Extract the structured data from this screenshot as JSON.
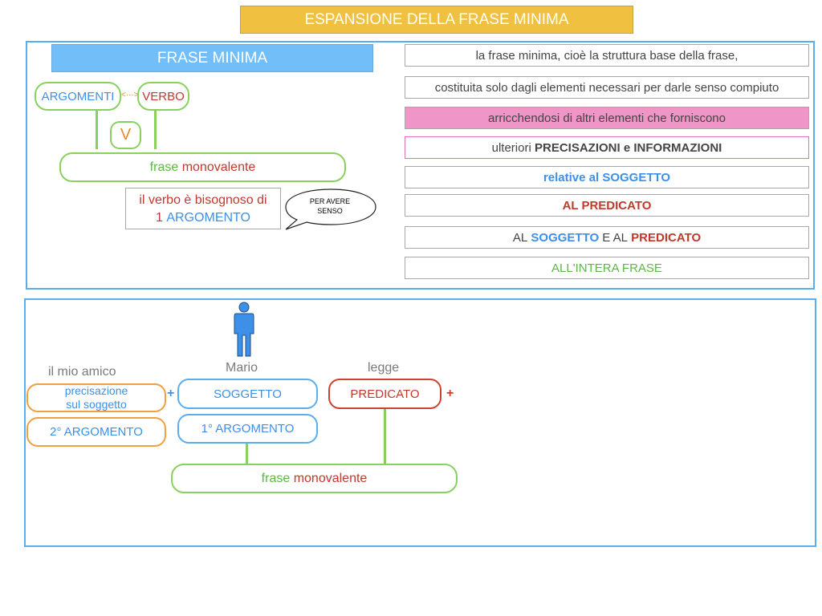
{
  "title": "ESPANSIONE DELLA FRASE MINIMA",
  "top": {
    "header": "FRASE MINIMA",
    "argomenti": "ARGOMENTI",
    "arrow": "<···>",
    "verbo": "VERBO",
    "v": "V",
    "frase_a": "frase",
    "frase_b": "monovalente",
    "note_line1": "il verbo è bisognoso di",
    "note_line2a": "1",
    "note_line2b": "ARGOMENTO",
    "bubble_line1": "PER AVERE",
    "bubble_line2": "SENSO"
  },
  "right": {
    "r1": "la frase minima, cioè la struttura base della frase,",
    "r2": "costituita solo dagli elementi necessari per darle senso compiuto",
    "r3": "arricchendosi di altri elementi che forniscono",
    "r4a": "ulteriori",
    "r4b": "PRECISAZIONI",
    "r4c": "e",
    "r4d": "INFORMAZIONI",
    "r5a": "relative al",
    "r5b": "SOGGETTO",
    "r6": "AL PREDICATO",
    "r7a": "AL",
    "r7b": "SOGGETTO",
    "r7c": "E AL",
    "r7d": "PREDICATO",
    "r8": "ALL'INTERA FRASE"
  },
  "bottom": {
    "amico": "il mio amico",
    "precisazione_line1": "precisazione",
    "precisazione_line2": "sul soggetto",
    "arg2": "2° ARGOMENTO",
    "plus1": "+",
    "mario": "Mario",
    "soggetto": "SOGGETTO",
    "arg1": "1° ARGOMENTO",
    "legge": "legge",
    "predicato": "PREDICATO",
    "plus2": "+",
    "frase_a": "frase",
    "frase_b": "monovalente"
  },
  "colors": {
    "title_bg": "#f0c040",
    "panel_border": "#5aaef0",
    "header_bg": "#72bef8",
    "pink": "#f095c8",
    "green": "#5cb843",
    "blue": "#3d8fe8",
    "red": "#c0392b",
    "orange": "#e98b2a"
  },
  "icons": {
    "person": "person-icon",
    "speech": "speech-bubble-icon"
  }
}
